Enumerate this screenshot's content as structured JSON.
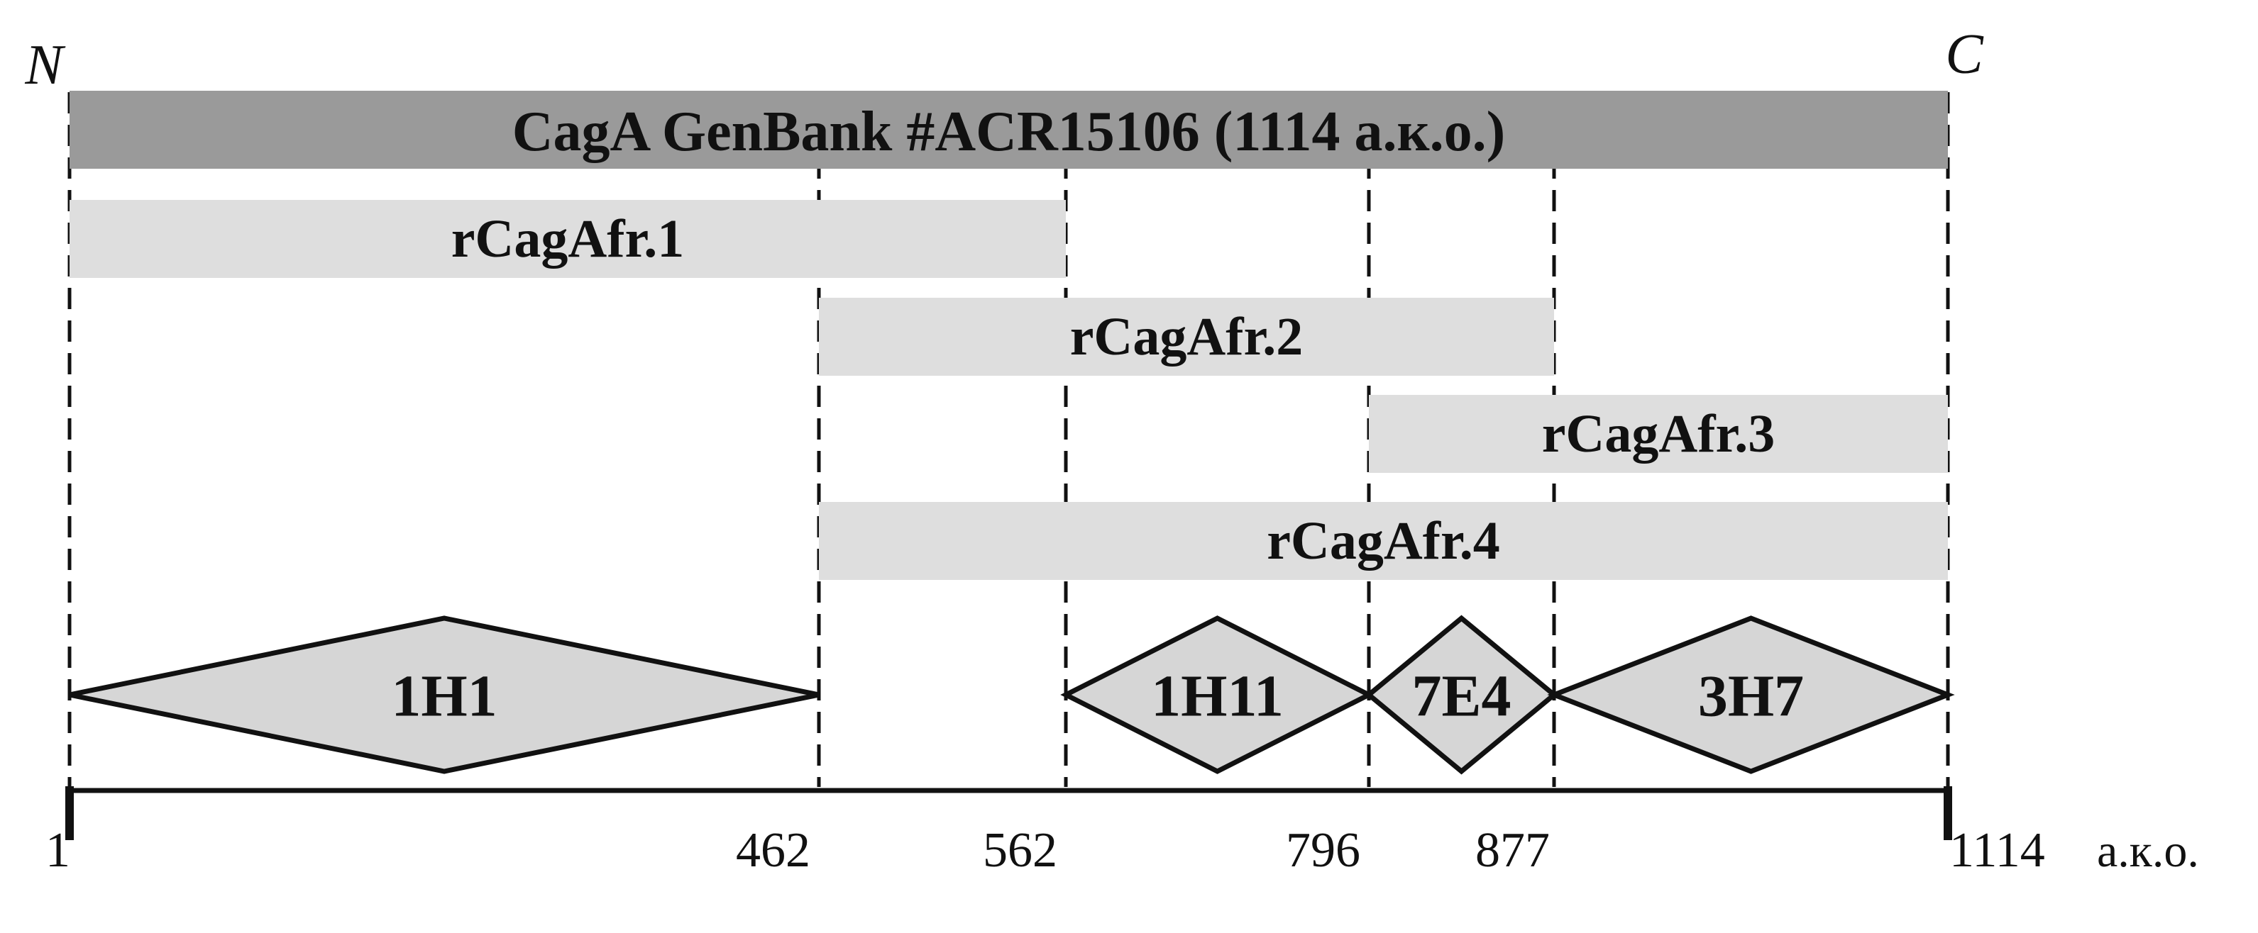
{
  "terminals": {
    "n": "N",
    "c": "C"
  },
  "protein_bar": {
    "label": "CagA GenBank #ACR15106 (1114 а.к.о.)",
    "start": 1,
    "end": 1114,
    "color": "#9a9a9a"
  },
  "fragments": [
    {
      "label": "rCagAfr.1",
      "start": 1,
      "end": 562
    },
    {
      "label": "rCagAfr.2",
      "start": 462,
      "end": 877
    },
    {
      "label": "rCagAfr.3",
      "start": 796,
      "end": 1114
    },
    {
      "label": "rCagAfr.4",
      "start": 462,
      "end": 1114
    }
  ],
  "fragment_color": "#dedede",
  "epitopes": [
    {
      "label": "1H1",
      "start": 1,
      "end": 462
    },
    {
      "label": "1H11",
      "start": 562,
      "end": 796
    },
    {
      "label": "7E4",
      "start": 796,
      "end": 877
    },
    {
      "label": "3H7",
      "start": 877,
      "end": 1114
    }
  ],
  "epitope_color": "#d6d6d6",
  "boundaries": [
    1,
    462,
    562,
    796,
    877,
    1114
  ],
  "axis": {
    "ticks": [
      "1",
      "462",
      "562",
      "796",
      "877",
      "1114"
    ],
    "unit": "а.к.о."
  }
}
